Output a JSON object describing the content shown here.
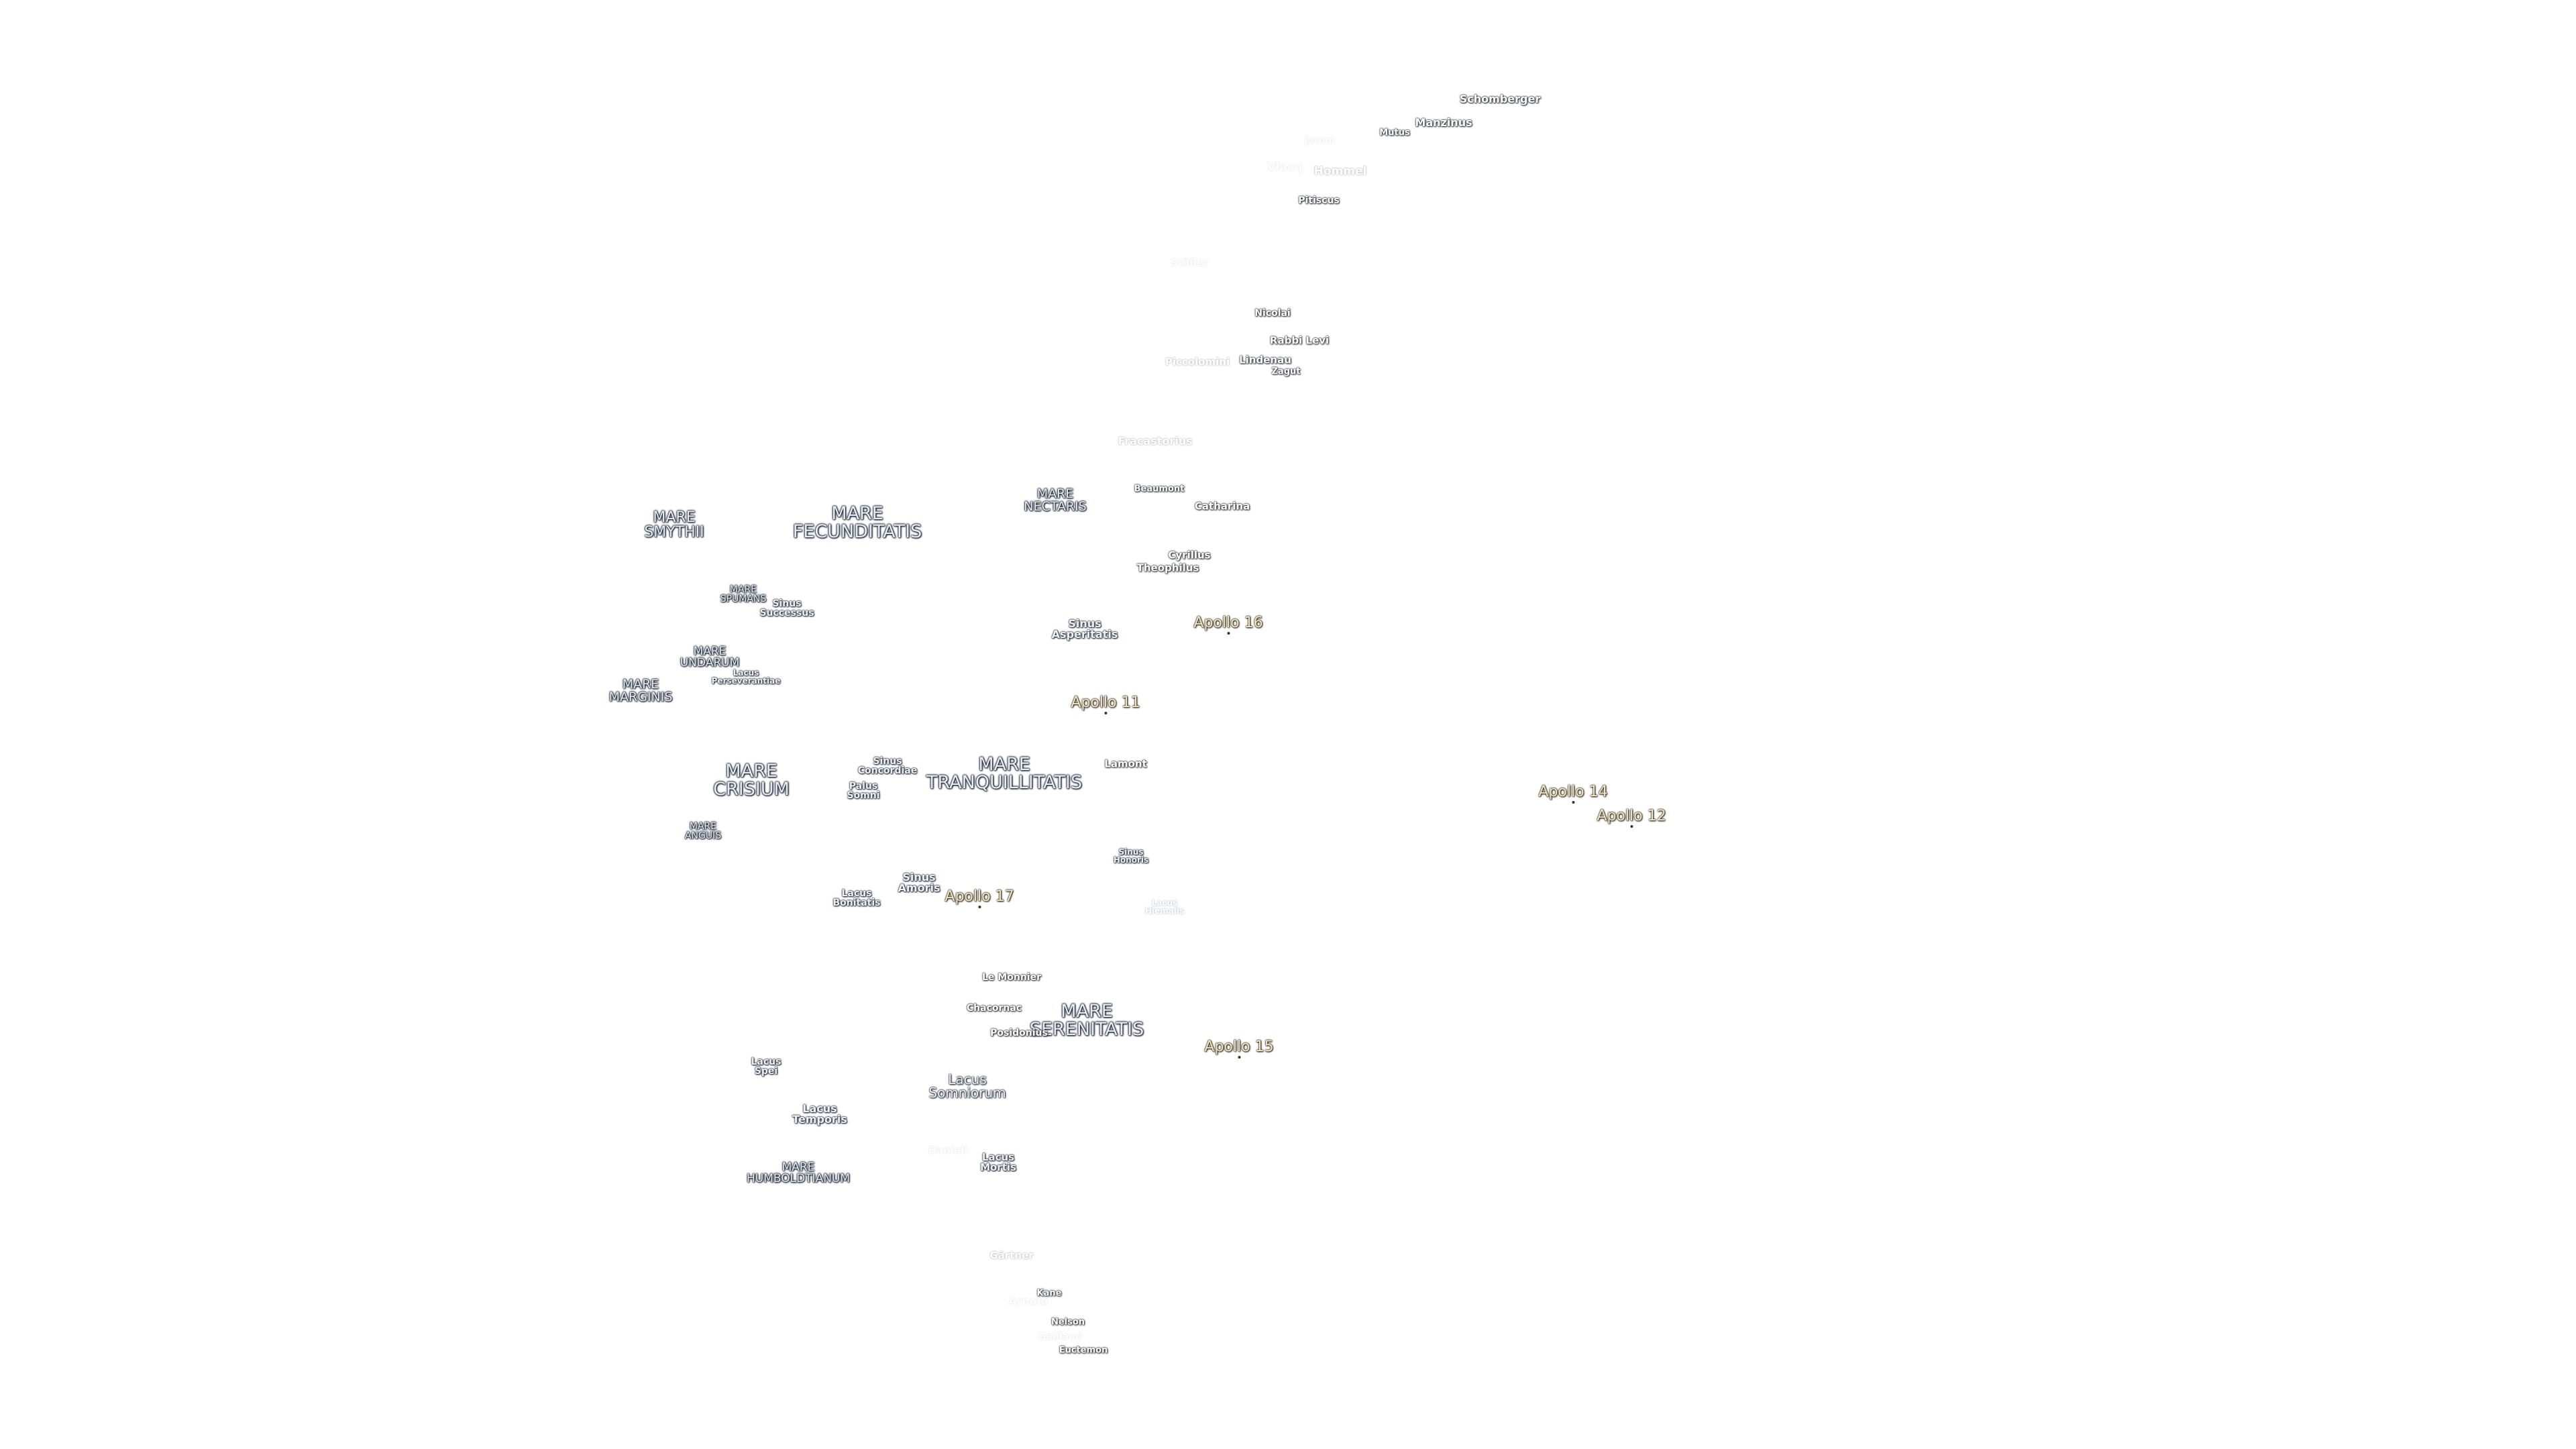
{
  "maria": [
    {
      "name": "MARE\nSMYTHII"
    },
    {
      "name": "MARE\nFECUNDITATIS"
    },
    {
      "name": "MARE\nNECTARIS"
    },
    {
      "name": "MARE\nSPUMANS"
    },
    {
      "name": "MARE\nUNDARUM"
    },
    {
      "name": "MARE\nMARGINIS"
    },
    {
      "name": "MARE\nCRISIUM"
    },
    {
      "name": "MARE\nTRANQUILLITATIS"
    },
    {
      "name": "MARE\nANGUIS"
    },
    {
      "name": "MARE\nSERENITATIS"
    },
    {
      "name": "MARE\nHUMBOLDTIANUM"
    }
  ],
  "sinus_lacus": [
    {
      "name": "Sinus\nSuccessus"
    },
    {
      "name": "Lacus\nPerseverantiae"
    },
    {
      "name": "Sinus\nAsperitatis"
    },
    {
      "name": "Sinus\nConcordiae"
    },
    {
      "name": "Palus\nSomni"
    },
    {
      "name": "Sinus\nAmoris"
    },
    {
      "name": "Lacus\nBonitatis"
    },
    {
      "name": "Sinus\nHonoris"
    },
    {
      "name": "Lacus\nHiemalis"
    },
    {
      "name": "Lacus\nSpei"
    },
    {
      "name": "Lacus\nTemporis"
    },
    {
      "name": "Lacus\nSomniorum"
    },
    {
      "name": "Lacus\nMortis"
    }
  ],
  "craters": [
    {
      "name": "Schomberger"
    },
    {
      "name": "Manzinus"
    },
    {
      "name": "Mutus"
    },
    {
      "name": "Jacobi"
    },
    {
      "name": "Vlacq"
    },
    {
      "name": "Hommel"
    },
    {
      "name": "Pitiscus"
    },
    {
      "name": "Stöfler"
    },
    {
      "name": "Nicolai"
    },
    {
      "name": "Rabbi Levi"
    },
    {
      "name": "Piccolomini"
    },
    {
      "name": "Lindenau"
    },
    {
      "name": "Zagut"
    },
    {
      "name": "Fracastorius"
    },
    {
      "name": "Beaumont"
    },
    {
      "name": "Catharina"
    },
    {
      "name": "Cyrillus"
    },
    {
      "name": "Theophilus"
    },
    {
      "name": "Lamont"
    },
    {
      "name": "Le Monnier"
    },
    {
      "name": "Chacornac"
    },
    {
      "name": "Posidonius"
    },
    {
      "name": "Daniell"
    },
    {
      "name": "Gärtner"
    },
    {
      "name": "Arnold"
    },
    {
      "name": "Kane"
    },
    {
      "name": "Nelson"
    },
    {
      "name": "Baillaud"
    },
    {
      "name": "Euctemon"
    }
  ],
  "apollo_sites": [
    {
      "name": "Apollo 16"
    },
    {
      "name": "Apollo 11"
    },
    {
      "name": "Apollo 14"
    },
    {
      "name": "Apollo 12"
    },
    {
      "name": "Apollo 17"
    },
    {
      "name": "Apollo 15"
    }
  ]
}
